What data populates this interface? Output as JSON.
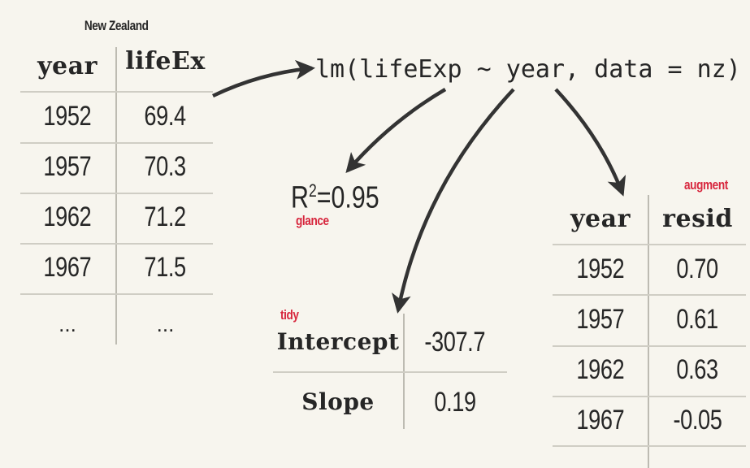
{
  "source_table": {
    "caption": "New Zealand",
    "headers": [
      "year",
      "lifeEx"
    ],
    "rows": [
      [
        "1952",
        "69.4"
      ],
      [
        "1957",
        "70.3"
      ],
      [
        "1962",
        "71.2"
      ],
      [
        "1967",
        "71.5"
      ],
      [
        "...",
        "..."
      ]
    ]
  },
  "model_call": "lm(lifeExp ~ year, data = nz)",
  "glance": {
    "r2_prefix": "R",
    "r2_sup": "2",
    "r2_value": "=0.95",
    "label": "glance"
  },
  "tidy": {
    "label": "tidy",
    "rows": [
      [
        "Intercept",
        "-307.7"
      ],
      [
        "Slope",
        "0.19"
      ]
    ]
  },
  "augment": {
    "label": "augment",
    "headers": [
      "year",
      "resid"
    ],
    "rows": [
      [
        "1952",
        "0.70"
      ],
      [
        "1957",
        "0.61"
      ],
      [
        "1962",
        "0.63"
      ],
      [
        "1967",
        "-0.05"
      ]
    ]
  },
  "colors": {
    "accent": "#d7263d",
    "ink": "#262626",
    "rule": "#cfcdc4",
    "background": "#f7f5ee"
  }
}
